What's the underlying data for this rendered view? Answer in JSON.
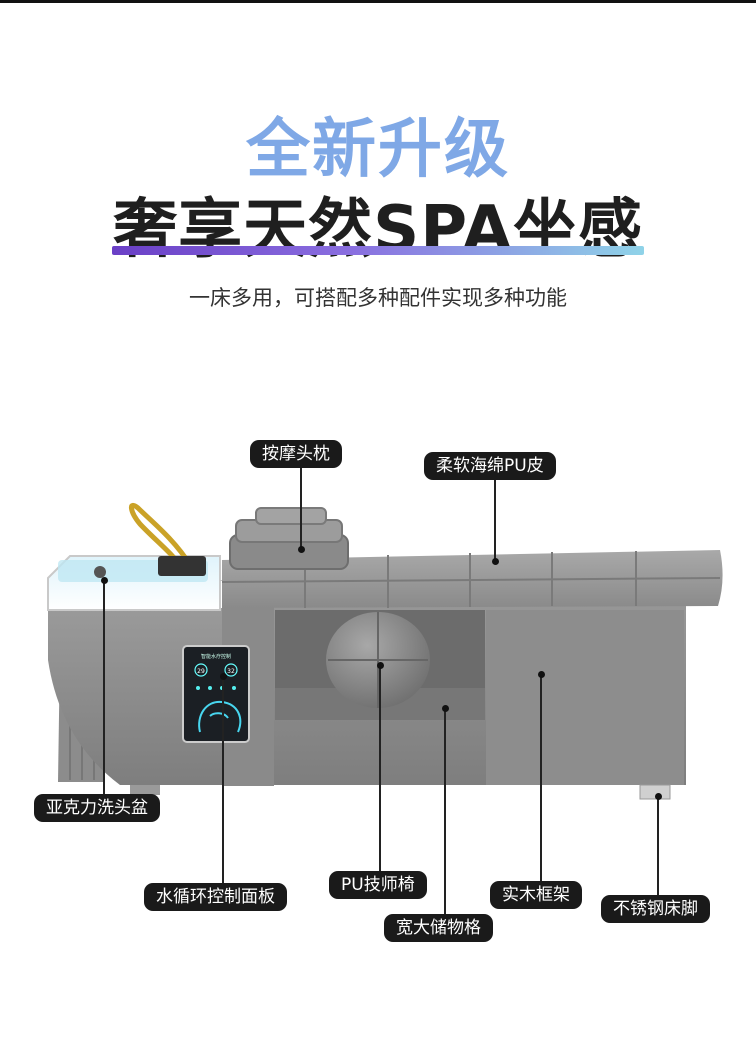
{
  "headline": {
    "line1": "全新升级",
    "line2": "奢享天然SPA坐感",
    "subtitle": "一床多用，可搭配多种配件实现多种功能"
  },
  "colors": {
    "headline1": "#7fa8e6",
    "headline2": "#1f1f1f",
    "gradient_start": "#6a3fc6",
    "gradient_end": "#8fd3e8",
    "product_body": "#8e8e8e",
    "label_bg": "#1a1a1a"
  },
  "callouts": {
    "massage_pillow": "按摩头枕",
    "pu_leather": "柔软海绵PU皮",
    "acrylic_basin": "亚克力洗头盆",
    "control_panel": "水循环控制面板",
    "pu_stool": "PU技师椅",
    "storage": "宽大储物格",
    "wood_frame": "实木框架",
    "steel_legs": "不锈钢床脚"
  },
  "panel": {
    "title": "智能水疗控制",
    "left_reading": "29",
    "right_reading": "32"
  }
}
